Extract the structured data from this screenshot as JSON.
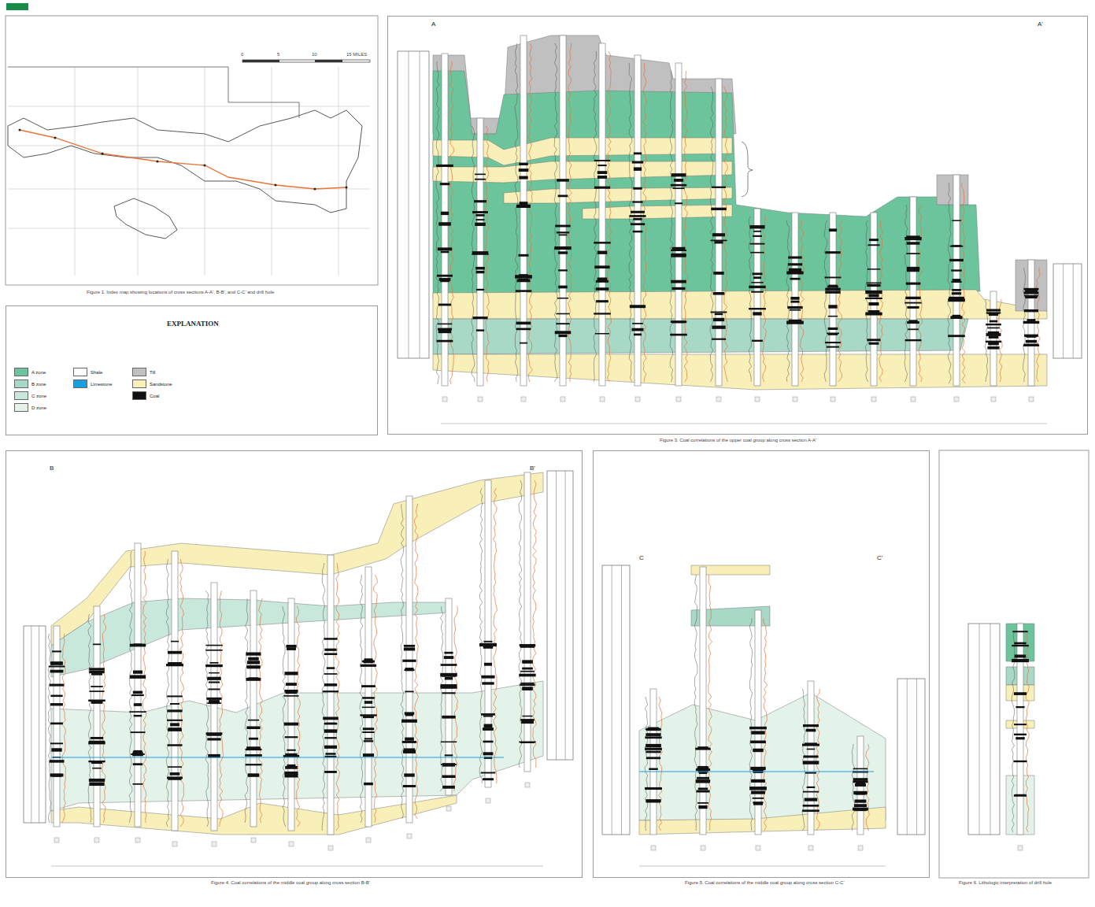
{
  "diagram": {
    "nodes": [
      {
        "text": [
          "EXPLANATION"
        ]
      },
      {
        "text": [
          "A",
          "A'"
        ]
      },
      {
        "text": [
          "B",
          "B'"
        ]
      },
      {
        "text": [
          "C",
          "C'"
        ]
      }
    ],
    "labels": [
      "Figure 1. Index map showing locations of cross sections A-A', B-B', and C-C' and drill hole",
      "Figure 3. Coal correlations of the upper coal group along cross section A-A'",
      "Figure 4. Coal correlations of the middle coal group along cross section B-B'",
      "Figure 5. Coal correlations of the middle coal group along cross section C-C'",
      "Figure 6. Lithologic interpretation of drill hole",
      "0",
      "5",
      "10",
      "15 MILES"
    ],
    "legend": [
      {
        "text": "A zone",
        "color": "#6cc49c"
      },
      {
        "text": "B zone",
        "color": "#a8d8c6"
      },
      {
        "text": "C zone",
        "color": "#c8e8dc"
      },
      {
        "text": "D zone",
        "color": "#e4f3ea"
      },
      {
        "text": "Shale",
        "color": "#ffffff"
      },
      {
        "text": "Limestone",
        "color": "#1aa0e0"
      },
      {
        "text": "Till",
        "color": "#c0c0c0"
      },
      {
        "text": "Sandstone",
        "color": "#f8f0b8"
      },
      {
        "text": "Coal",
        "color": "#111111"
      }
    ]
  }
}
